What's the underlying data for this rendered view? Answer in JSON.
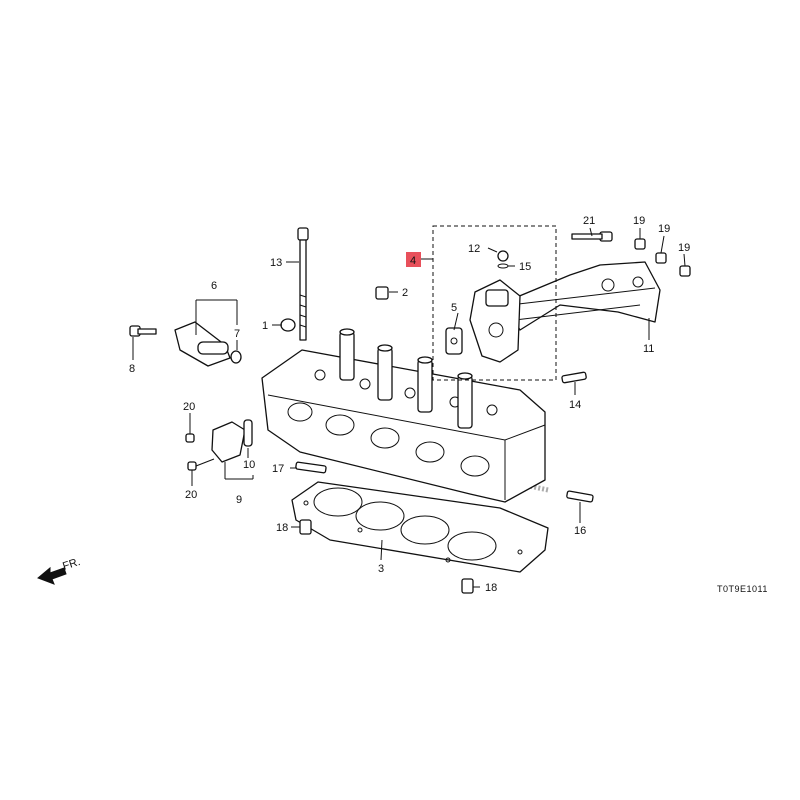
{
  "diagram": {
    "code": "T0T9E1011",
    "direction_label": "FR.",
    "highlight_color": "#e8505b",
    "callouts": [
      {
        "label": "1"
      },
      {
        "label": "2"
      },
      {
        "label": "3"
      },
      {
        "label": "4"
      },
      {
        "label": "5"
      },
      {
        "label": "6"
      },
      {
        "label": "7"
      },
      {
        "label": "8"
      },
      {
        "label": "9"
      },
      {
        "label": "10"
      },
      {
        "label": "11"
      },
      {
        "label": "12"
      },
      {
        "label": "13"
      },
      {
        "label": "14"
      },
      {
        "label": "15"
      },
      {
        "label": "16"
      },
      {
        "label": "17"
      },
      {
        "label": "18"
      },
      {
        "label": "18"
      },
      {
        "label": "19"
      },
      {
        "label": "19"
      },
      {
        "label": "19"
      },
      {
        "label": "20"
      },
      {
        "label": "20"
      },
      {
        "label": "21"
      }
    ]
  }
}
